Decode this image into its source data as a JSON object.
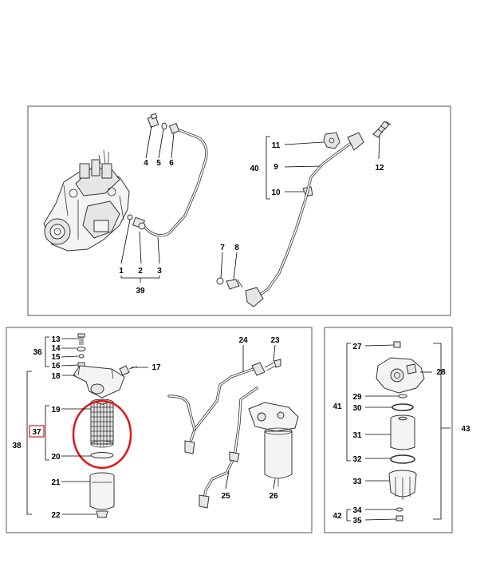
{
  "diagram": {
    "labels": {
      "l1": "1",
      "l2": "2",
      "l3": "3",
      "l4": "4",
      "l5": "5",
      "l6": "6",
      "l7": "7",
      "l8": "8",
      "l9": "9",
      "l10": "10",
      "l11": "11",
      "l12": "12",
      "l13": "13",
      "l14": "14",
      "l15": "15",
      "l16": "16",
      "l17": "17",
      "l18": "18",
      "l19": "19",
      "l20": "20",
      "l21": "21",
      "l22": "22",
      "l23": "23",
      "l24": "24",
      "l25": "25",
      "l26": "26",
      "l27": "27",
      "l28": "28",
      "l29": "29",
      "l30": "30",
      "l31": "31",
      "l32": "32",
      "l33": "33",
      "l34": "34",
      "l35": "35",
      "l36": "36",
      "l37": "37",
      "l38": "38",
      "l39": "39",
      "l40": "40",
      "l41": "41",
      "l42": "42",
      "l43": "43"
    },
    "highlight_color": "#e01515",
    "highlighted_part": "37"
  }
}
